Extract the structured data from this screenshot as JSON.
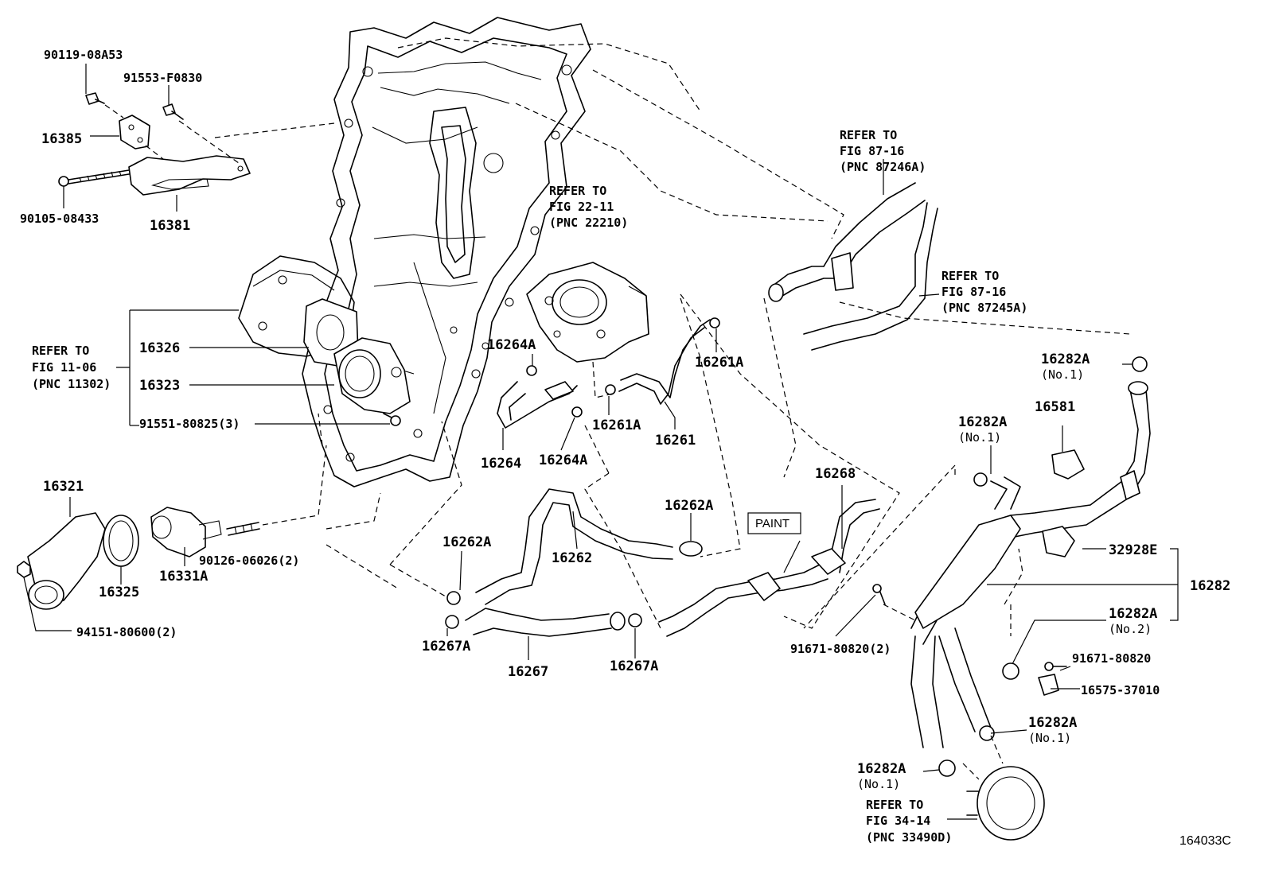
{
  "diagram_code": "164033C",
  "paint_label": "PAINT",
  "refer": {
    "fig87_16a": {
      "line1": "REFER TO",
      "line2": "FIG 87-16",
      "line3": "(PNC 87246A)"
    },
    "fig87_16b": {
      "line1": "REFER TO",
      "line2": "FIG 87-16",
      "line3": "(PNC 87245A)"
    },
    "fig22_11": {
      "line1": "REFER TO",
      "line2": "FIG 22-11",
      "line3": "(PNC 22210)"
    },
    "fig11_06": {
      "line1": "REFER TO",
      "line2": "FIG 11-06",
      "line3": "(PNC 11302)"
    },
    "fig34_14": {
      "line1": "REFER TO",
      "line2": "FIG 34-14",
      "line3": "(PNC 33490D)"
    }
  },
  "parts": {
    "p90119": "90119-08A53",
    "p91553": "91553-F0830",
    "p16385": "16385",
    "p90105": "90105-08433",
    "p16381": "16381",
    "p16326": "16326",
    "p16323": "16323",
    "p91551": "91551-80825(3)",
    "p16321": "16321",
    "p16325": "16325",
    "p16331A": "16331A",
    "p90126": "90126-06026(2)",
    "p94151": "94151-80600(2)",
    "p16264A_top": "16264A",
    "p16264": "16264",
    "p16264A_bot": "16264A",
    "p16261A_top": "16261A",
    "p16261A_bot": "16261A",
    "p16261": "16261",
    "p16262A_right": "16262A",
    "p16262A_left": "16262A",
    "p16262": "16262",
    "p16267A_left": "16267A",
    "p16267": "16267",
    "p16267A_right": "16267A",
    "p16268": "16268",
    "p91671_a": "91671-80820(2)",
    "p16282A_1": "16282A",
    "p16282A_1_note": "(No.1)",
    "p16581": "16581",
    "p16282A_2": "16282A",
    "p16282A_2_note": "(No.1)",
    "p32928E": "32928E",
    "p16282": "16282",
    "p16282A_3": "16282A",
    "p16282A_3_note": "(No.2)",
    "p91671_b": "91671-80820",
    "p16575": "16575-37010",
    "p16282A_4": "16282A",
    "p16282A_4_note": "(No.1)",
    "p16282A_5": "16282A",
    "p16282A_5_note": "(No.1)"
  }
}
